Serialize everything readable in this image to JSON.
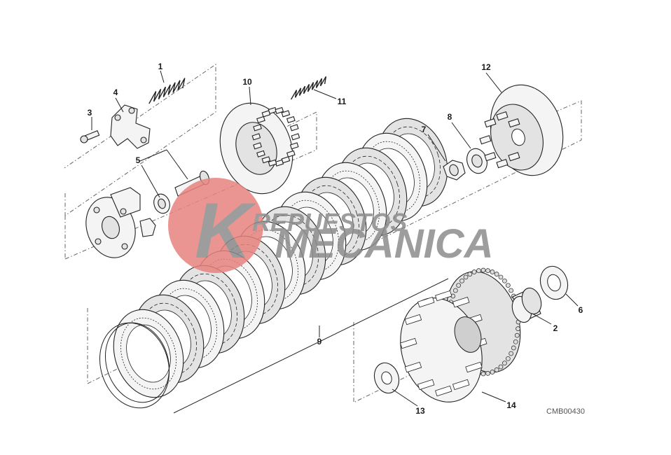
{
  "diagram": {
    "callouts": [
      "1",
      "2",
      "3",
      "4",
      "5",
      "6",
      "7",
      "8",
      "9",
      "10",
      "11",
      "12",
      "13",
      "14"
    ],
    "drawing_code": "CMB00430"
  },
  "watermark": {
    "line1": "REPUESTOS",
    "line2": "MECANICA",
    "letter": "K",
    "colors": {
      "circle": "#e8837f",
      "text": "#8c8c8c"
    }
  }
}
